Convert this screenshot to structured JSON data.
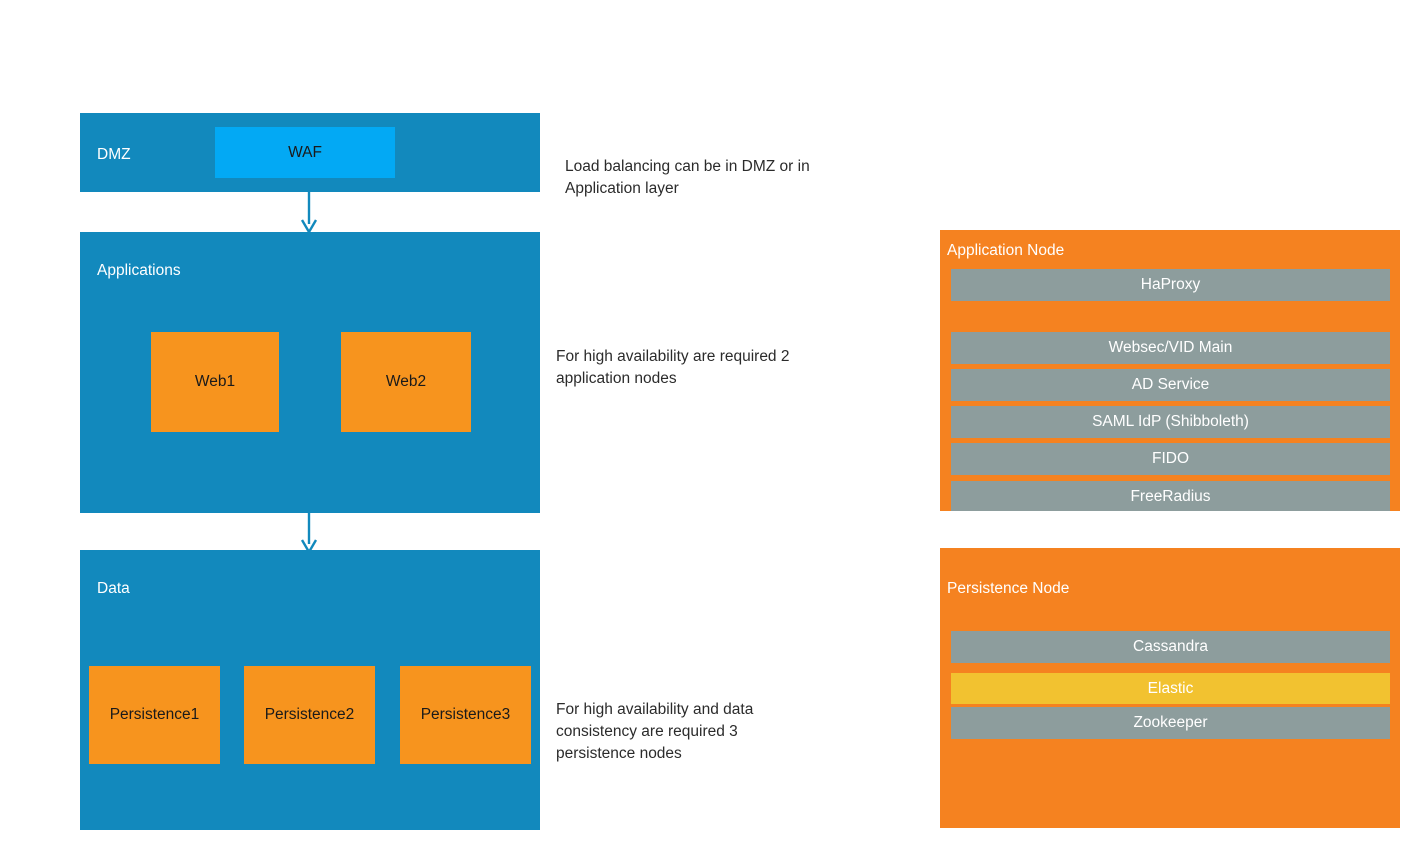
{
  "colors": {
    "zone_blue": "#1289bd",
    "waf_azure": "#03a9f4",
    "node_orange": "#f7941e",
    "panel_orange": "#f58220",
    "service_gray": "#8d9d9d",
    "elastic_yellow": "#f2c230",
    "arrow_blue": "#1289bd",
    "text_dark": "#2b2b2b",
    "text_white": "#ffffff"
  },
  "zones": [
    {
      "id": "dmz",
      "label": "DMZ",
      "nodes": [
        {
          "label": "WAF"
        }
      ]
    },
    {
      "id": "applications",
      "label": "Applications",
      "nodes": [
        {
          "label": "Web1"
        },
        {
          "label": "Web2"
        }
      ]
    },
    {
      "id": "data",
      "label": "Data",
      "nodes": [
        {
          "label": "Persistence1"
        },
        {
          "label": "Persistence2"
        },
        {
          "label": "Persistence3"
        }
      ]
    }
  ],
  "annotations": [
    {
      "id": "dmz-note",
      "text": "Load balancing can be in DMZ or in\nApplication layer"
    },
    {
      "id": "application-note",
      "text": "For high availability are required 2\napplication nodes"
    },
    {
      "id": "data-note",
      "text": "For high availability and data\nconsistency are required 3\npersistence nodes"
    }
  ],
  "panels": [
    {
      "id": "application-node",
      "label": "Application Node",
      "services": [
        {
          "label": "HaProxy",
          "highlight": false
        },
        {
          "label": "Websec/VID Main",
          "highlight": false
        },
        {
          "label": "AD Service",
          "highlight": false
        },
        {
          "label": "SAML IdP (Shibboleth)",
          "highlight": false
        },
        {
          "label": "FIDO",
          "highlight": false
        },
        {
          "label": "FreeRadius",
          "highlight": false
        }
      ]
    },
    {
      "id": "persistence-node",
      "label": "Persistence Node",
      "services": [
        {
          "label": "Cassandra",
          "highlight": false
        },
        {
          "label": "Elastic",
          "highlight": true
        },
        {
          "label": "Zookeeper",
          "highlight": false
        }
      ]
    }
  ]
}
